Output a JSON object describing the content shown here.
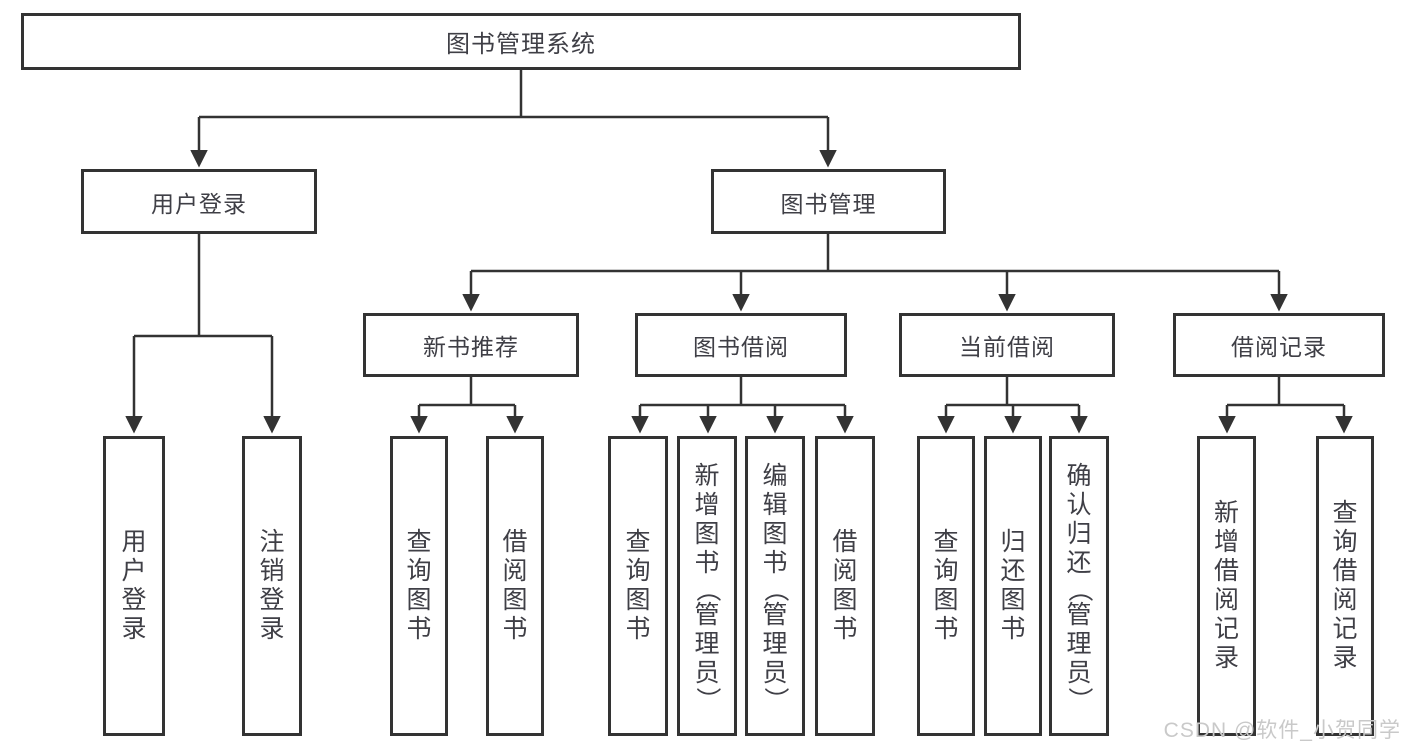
{
  "tree": {
    "label": "图书管理系统",
    "children": [
      {
        "label": "用户登录",
        "children": [
          {
            "label": "用户登录"
          },
          {
            "label": "注销登录"
          }
        ]
      },
      {
        "label": "图书管理",
        "children": [
          {
            "label": "新书推荐",
            "children": [
              {
                "label": "查询图书"
              },
              {
                "label": "借阅图书"
              }
            ]
          },
          {
            "label": "图书借阅",
            "children": [
              {
                "label": "查询图书"
              },
              {
                "label": "新增图书（管理员）"
              },
              {
                "label": "编辑图书（管理员）"
              },
              {
                "label": "借阅图书"
              }
            ]
          },
          {
            "label": "当前借阅",
            "children": [
              {
                "label": "查询图书"
              },
              {
                "label": "归还图书"
              },
              {
                "label": "确认归还（管理员）"
              }
            ]
          },
          {
            "label": "借阅记录",
            "children": [
              {
                "label": "新增借阅记录"
              },
              {
                "label": "查询借阅记录"
              }
            ]
          }
        ]
      }
    ]
  },
  "watermark": {
    "text": "CSDN @软件_小贺同学"
  },
  "colors": {
    "line": "#333333",
    "border": "#333333",
    "text": "#3f3f46",
    "watermark": "#c9c9c9",
    "background": "#ffffff"
  }
}
